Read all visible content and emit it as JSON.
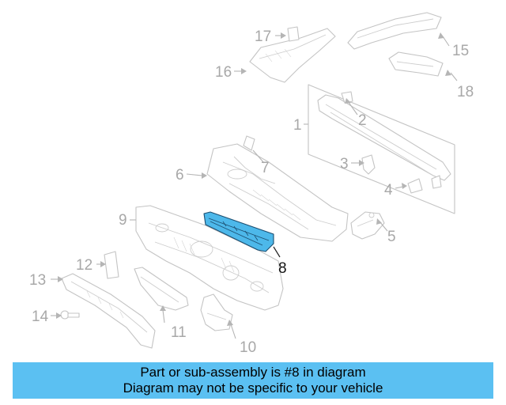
{
  "callouts": {
    "c1": "1",
    "c2": "2",
    "c3": "3",
    "c4": "4",
    "c5": "5",
    "c6": "6",
    "c7": "7",
    "c8": "8",
    "c9": "9",
    "c10": "10",
    "c11": "11",
    "c12": "12",
    "c13": "13",
    "c14": "14",
    "c15": "15",
    "c16": "16",
    "c17": "17",
    "c18": "18"
  },
  "highlighted_part": "8",
  "colors": {
    "highlight_fill": "#4db8ea",
    "highlight_outline": "#1c4e70",
    "banner_background": "#5bc0f2",
    "line_art": "#c4c4c4"
  },
  "banner": {
    "line1": "Part or sub-assembly is #8 in diagram",
    "line2": "Diagram may not be specific to your vehicle"
  }
}
